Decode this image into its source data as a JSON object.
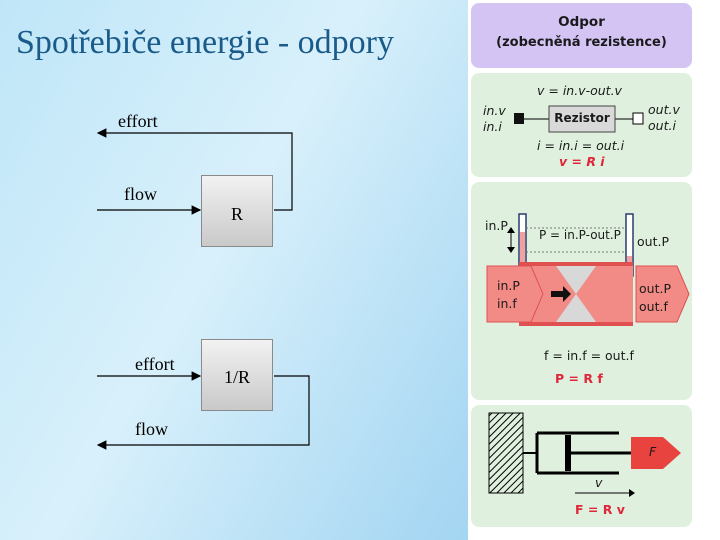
{
  "title": "Spotřebiče energie - odpory",
  "left": {
    "effort_top": "effort",
    "flow_top": "flow",
    "box_r": "R",
    "effort_bottom": "effort",
    "box_inv": "1/R",
    "flow_bottom": "flow"
  },
  "panel": {
    "header_line1": "Odpor",
    "header_line2": "(zobecněná rezistence)",
    "card1": {
      "v_eq": "v = in.v-out.v",
      "in_v": "in.v",
      "in_i": "in.i",
      "resistor": "Rezistor",
      "out_v": "out.v",
      "out_i": "out.i",
      "i_eq": "i = in.i = out.i",
      "law": "v = R i"
    },
    "card2": {
      "in_p_top": "in.P",
      "p_eq": "P = in.P-out.P",
      "out_p_top": "out.P",
      "in_p": "in.P",
      "in_f": "in.f",
      "out_p": "out.P",
      "out_f": "out.f",
      "f_eq": "f = in.f = out.f",
      "law": "P = R f"
    },
    "card3": {
      "force": "F",
      "velocity": "v",
      "law": "F = R v"
    }
  },
  "colors": {
    "title": "#1a5b8a",
    "header_bg": "#d4c4f4",
    "card_bg": "#dff1de",
    "accent_red": "#e0263a"
  }
}
